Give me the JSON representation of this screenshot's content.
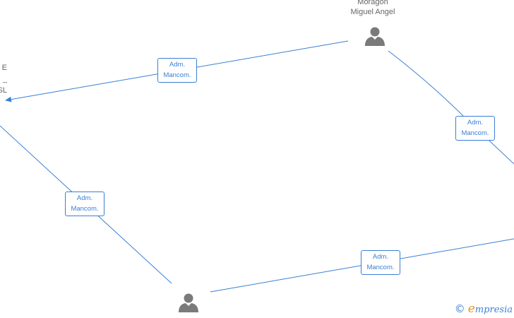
{
  "nodes": {
    "top_person": {
      "line1": "Moragon",
      "line2": "Miguel Angel"
    },
    "left_company": {
      "line1": "E",
      "line2": "_",
      "line3": "SL"
    }
  },
  "edges": [
    {
      "role_line1": "Adm.",
      "role_line2": "Mancom."
    },
    {
      "role_line1": "Adm.",
      "role_line2": "Mancom."
    },
    {
      "role_line1": "Adm.",
      "role_line2": "Mancom."
    },
    {
      "role_line1": "Adm.",
      "role_line2": "Mancom."
    }
  ],
  "watermark": {
    "symbol": "©",
    "brand_initial": "e",
    "brand_rest": "mpresia"
  },
  "colors": {
    "edge": "#3a7fd5",
    "icon": "#7a7a7a",
    "brand_accent": "#e8961e"
  },
  "icons": [
    "person-icon",
    "arrow-head-icon"
  ]
}
